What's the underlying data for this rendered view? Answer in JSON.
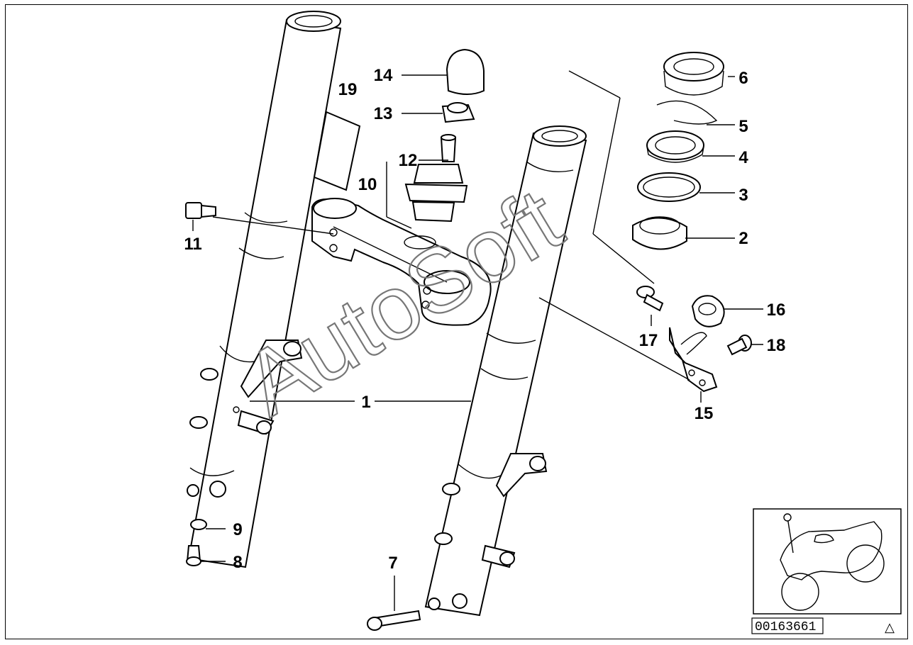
{
  "diagram": {
    "callouts": [
      "1",
      "2",
      "3",
      "4",
      "5",
      "6",
      "7",
      "8",
      "9",
      "10",
      "11",
      "12",
      "13",
      "14",
      "15",
      "16",
      "17",
      "18",
      "19"
    ],
    "watermark": "AutoSoft",
    "diagram_number": "00163661",
    "corner_symbol": "△"
  }
}
